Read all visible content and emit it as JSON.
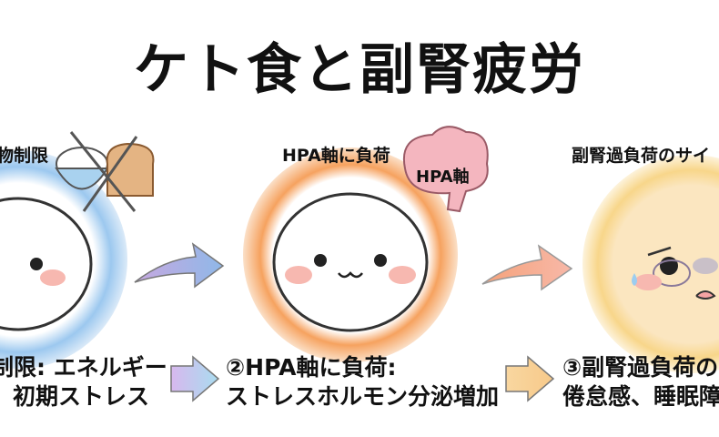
{
  "title": "ケト食と副腎疲労",
  "panels": [
    {
      "top_label": "物制限",
      "caption_line1": "制限: エネルギー",
      "caption_line2": "初期ストレス",
      "ring_color": "#8fc0ea"
    },
    {
      "top_label": "HPA軸に負荷",
      "brain_label": "HPA軸",
      "caption_line1": "②HPA軸に負荷:",
      "caption_line2": "ストレスホルモン分泌増加",
      "ring_color": "#f5a86a"
    },
    {
      "top_label": "副腎過負荷のサイ",
      "caption_line1": "③副腎過負荷の",
      "caption_line2": "倦怠感、睡眠障",
      "ring_color": "#f8dc9a"
    }
  ]
}
